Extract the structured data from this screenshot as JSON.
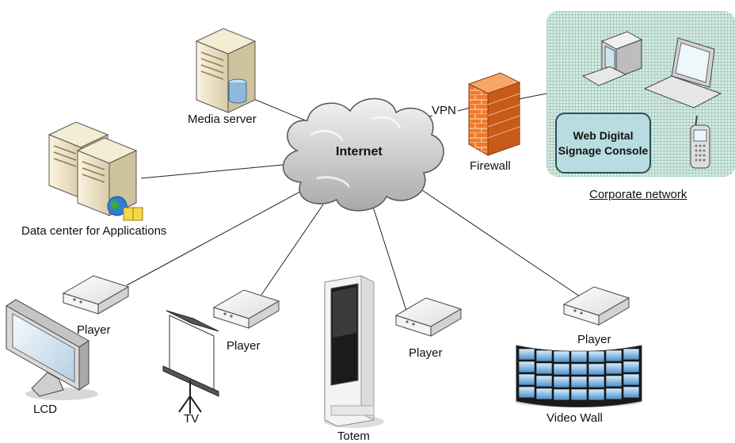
{
  "diagram": {
    "internet_label": "Internet",
    "vpn_label": "VPN",
    "firewall_label": "Firewall",
    "media_server_label": "Media server",
    "data_center_label": "Data center for Applications",
    "console_label": "Web Digital Signage Console",
    "corporate_network_label": "Corporate network",
    "players": [
      {
        "label": "Player"
      },
      {
        "label": "Player"
      },
      {
        "label": "Player"
      },
      {
        "label": "Player"
      }
    ],
    "displays": {
      "lcd_label": "LCD",
      "tv_label": "TV",
      "totem_label": "Totem",
      "video_wall_label": "Video Wall"
    }
  },
  "colors": {
    "cloud": "#c8c8c8",
    "firewall": "#e8742a",
    "console_fill": "#b9dce0",
    "corporate_bg": "#d7ecd7"
  }
}
